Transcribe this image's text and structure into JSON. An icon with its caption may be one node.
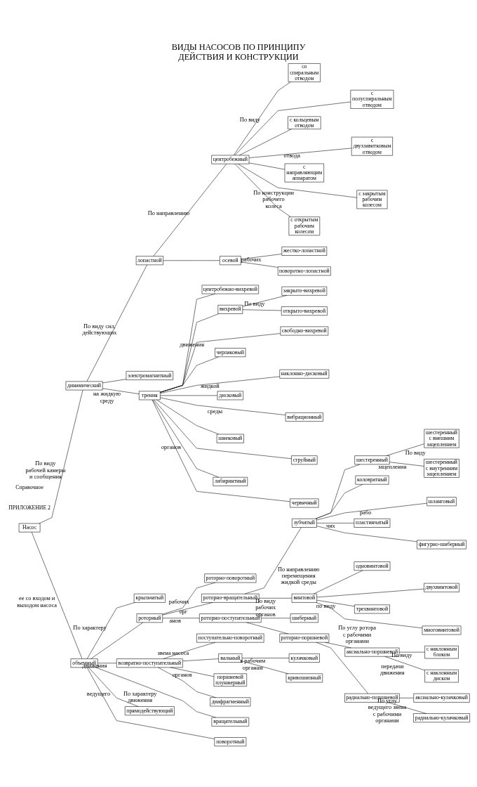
{
  "diagram": {
    "title": "ВИДЫ НАСОСОВ ПО ПРИНЦИПУ ДЕЙСТВИЯ И КОНСТРУКЦИИ",
    "nodes": [
      {
        "text": [
          "Насос"
        ]
      },
      {
        "text": [
          "динамический"
        ]
      },
      {
        "text": [
          "объемный"
        ]
      },
      {
        "text": [
          "лопастной"
        ]
      },
      {
        "text": [
          "электромагнитный"
        ]
      },
      {
        "text": [
          "трения"
        ]
      },
      {
        "text": [
          "центробежный"
        ]
      },
      {
        "text": [
          "осевой"
        ]
      },
      {
        "text": [
          "со спиральным отводом"
        ]
      },
      {
        "text": [
          "с полуспиральным отводом"
        ]
      },
      {
        "text": [
          "с кольцевым отводом"
        ]
      },
      {
        "text": [
          "с двухзавитковым отводом"
        ]
      },
      {
        "text": [
          "с направляющим аппаратом"
        ]
      },
      {
        "text": [
          "с закрытым рабочим колесом"
        ]
      },
      {
        "text": [
          "с открытым рабочим колесом"
        ]
      },
      {
        "text": [
          "жестко-лопастной"
        ]
      },
      {
        "text": [
          "поворотно-лопастной"
        ]
      },
      {
        "text": [
          "центробежно-вихревой"
        ]
      },
      {
        "text": [
          "вихревой"
        ]
      },
      {
        "text": [
          "свободно-вихревой"
        ]
      },
      {
        "text": [
          "черпаковый"
        ]
      },
      {
        "text": [
          "закрыто-вихревой"
        ]
      },
      {
        "text": [
          "открыто-вихревой"
        ]
      },
      {
        "text": [
          "наклонно-дисковый"
        ]
      },
      {
        "text": [
          "дисковый"
        ]
      },
      {
        "text": [
          "вибрационный"
        ]
      },
      {
        "text": [
          "шнековый"
        ]
      },
      {
        "text": [
          "струйный"
        ]
      },
      {
        "text": [
          "лабиринтный"
        ]
      },
      {
        "text": [
          "червячный"
        ]
      },
      {
        "text": [
          "крыльчатый"
        ]
      },
      {
        "text": [
          "роторный"
        ]
      },
      {
        "text": [
          "возвратно-поступательный"
        ]
      },
      {
        "text": [
          "вращательный"
        ]
      },
      {
        "text": [
          "прямодействующий"
        ]
      },
      {
        "text": [
          "поворотный"
        ]
      },
      {
        "text": [
          "роторно-поворотный"
        ]
      },
      {
        "text": [
          "роторно-вращательный"
        ]
      },
      {
        "text": [
          "роторно-поступательный"
        ]
      },
      {
        "text": [
          "поступательно-поворотный"
        ]
      },
      {
        "text": [
          "вальный"
        ]
      },
      {
        "text": [
          "зубчатый"
        ]
      },
      {
        "text": [
          "винтовой"
        ]
      },
      {
        "text": [
          "одновинтовой"
        ]
      },
      {
        "text": [
          "двухвинтовой"
        ]
      },
      {
        "text": [
          "трехвинтовой"
        ]
      },
      {
        "text": [
          "многовинтовой"
        ]
      },
      {
        "text": [
          "шестеренный"
        ]
      },
      {
        "text": [
          "коловратный"
        ]
      },
      {
        "text": [
          "шланговый"
        ]
      },
      {
        "text": [
          "пластинчатый"
        ]
      },
      {
        "text": [
          "фигурно-шиберный"
        ]
      },
      {
        "text": [
          "шиберный"
        ]
      },
      {
        "text": [
          "роторно-поршневой"
        ]
      },
      {
        "text": [
          "поршневой плунжерный"
        ]
      },
      {
        "text": [
          "диафрагменный"
        ]
      },
      {
        "text": [
          "шестеренный с внешним зацеплением"
        ]
      },
      {
        "text": [
          "шестеренный с внутренним зацеплением"
        ]
      },
      {
        "text": [
          "аксиально-поршневой"
        ]
      },
      {
        "text": [
          "радиально-поршневой"
        ]
      },
      {
        "text": [
          "с наклонным блоком"
        ]
      },
      {
        "text": [
          "с наклонным диском"
        ]
      },
      {
        "text": [
          "аксиально-кулачковый"
        ]
      },
      {
        "text": [
          "радиально-кулачковый"
        ]
      },
      {
        "text": [
          "кулачковый"
        ]
      },
      {
        "text": [
          "кривошипный"
        ]
      }
    ],
    "edges": [
      {
        "from": 0,
        "to": 1,
        "arrow": "none",
        "label": "По виду рабочей камеры и сообщения"
      },
      {
        "from": 0,
        "to": 2,
        "arrow": "none",
        "label": "ее со входом и выходом насоса"
      },
      {
        "from": 1,
        "to": 3,
        "arrow": "none",
        "label": "По виду сил, действующих"
      },
      {
        "from": 1,
        "to": 4,
        "arrow": "none"
      },
      {
        "from": 1,
        "to": 5,
        "arrow": "none",
        "label": "на жидкую среду"
      },
      {
        "from": 3,
        "to": 6,
        "arrow": "none",
        "label": "По направлению"
      },
      {
        "from": 3,
        "to": 7,
        "arrow": "none"
      },
      {
        "from": 6,
        "to": 8,
        "arrow": "none",
        "label": "По виду"
      },
      {
        "from": 6,
        "to": 9,
        "arrow": "none"
      },
      {
        "from": 6,
        "to": 10,
        "arrow": "none"
      },
      {
        "from": 6,
        "to": 11,
        "arrow": "none",
        "label": "отвода"
      },
      {
        "from": 6,
        "to": 12,
        "arrow": "none"
      },
      {
        "from": 6,
        "to": 13,
        "arrow": "none",
        "label": "По конструкции рабочего колеса"
      },
      {
        "from": 6,
        "to": 14,
        "arrow": "none"
      },
      {
        "from": 7,
        "to": 15,
        "arrow": "none",
        "label": "рабочих"
      },
      {
        "from": 7,
        "to": 16,
        "arrow": "none"
      },
      {
        "from": 5,
        "to": 17,
        "arrow": "none"
      },
      {
        "from": 5,
        "to": 18,
        "arrow": "none"
      },
      {
        "from": 5,
        "to": 19,
        "arrow": "none",
        "label": "движения"
      },
      {
        "from": 5,
        "to": 20,
        "arrow": "none"
      },
      {
        "from": 5,
        "to": 23,
        "arrow": "none",
        "label": "жидкой"
      },
      {
        "from": 5,
        "to": 24,
        "arrow": "none"
      },
      {
        "from": 5,
        "to": 25,
        "arrow": "none",
        "label": "среды"
      },
      {
        "from": 5,
        "to": 26,
        "arrow": "none"
      },
      {
        "from": 5,
        "to": 27,
        "arrow": "none"
      },
      {
        "from": 5,
        "to": 28,
        "arrow": "none",
        "label": "органов"
      },
      {
        "from": 5,
        "to": 29,
        "arrow": "none"
      },
      {
        "from": 18,
        "to": 21,
        "arrow": "none",
        "label": "По виду"
      },
      {
        "from": 18,
        "to": 22,
        "arrow": "none"
      },
      {
        "from": 2,
        "to": 30,
        "arrow": "none",
        "label": "По характеру"
      },
      {
        "from": 2,
        "to": 31,
        "arrow": "none"
      },
      {
        "from": 2,
        "to": 32,
        "arrow": "none",
        "label": "движения"
      },
      {
        "from": 2,
        "to": 33,
        "arrow": "none",
        "label": "По характеру движения"
      },
      {
        "from": 2,
        "to": 34,
        "arrow": "none",
        "label": "ведущего"
      },
      {
        "from": 2,
        "to": 35,
        "arrow": "none"
      },
      {
        "from": 31,
        "to": 36,
        "arrow": "none",
        "label": "рабочих"
      },
      {
        "from": 31,
        "to": 37,
        "arrow": "none",
        "label": "орг"
      },
      {
        "from": 31,
        "to": 38,
        "arrow": "none",
        "label": "анов"
      },
      {
        "from": 32,
        "to": 39,
        "arrow": "none",
        "label": "звена насоса"
      },
      {
        "from": 32,
        "to": 40,
        "arrow": "none"
      },
      {
        "from": 37,
        "to": 41,
        "arrow": "none",
        "label": "По направлению перемещения жидкой среды"
      },
      {
        "from": 37,
        "to": 42,
        "arrow": "none"
      },
      {
        "from": 42,
        "to": 43,
        "arrow": "none"
      },
      {
        "from": 42,
        "to": 44,
        "arrow": "none"
      },
      {
        "from": 42,
        "to": 45,
        "arrow": "none",
        "label": "по виду"
      },
      {
        "from": 42,
        "to": 46,
        "arrow": "none"
      },
      {
        "from": 41,
        "to": 47,
        "arrow": "none"
      },
      {
        "from": 41,
        "to": 48,
        "arrow": "none"
      },
      {
        "from": 41,
        "to": 49,
        "arrow": "none",
        "label": "рабо"
      },
      {
        "from": 41,
        "to": 50,
        "arrow": "none",
        "label": "чих"
      },
      {
        "from": 41,
        "to": 51,
        "arrow": "none"
      },
      {
        "from": 38,
        "to": 52,
        "arrow": "none",
        "label": "По виду рабочих органов"
      },
      {
        "from": 38,
        "to": 53,
        "arrow": "none"
      },
      {
        "from": 32,
        "to": 54,
        "arrow": "none",
        "label": "органов"
      },
      {
        "from": 32,
        "to": 55,
        "arrow": "none"
      },
      {
        "from": 47,
        "to": 56,
        "arrow": "none",
        "label": "По виду"
      },
      {
        "from": 47,
        "to": 57,
        "arrow": "none",
        "label": "зацепления"
      },
      {
        "from": 53,
        "to": 58,
        "arrow": "none",
        "label": "По углу ротора с рабочими органами"
      },
      {
        "from": 53,
        "to": 59,
        "arrow": "none"
      },
      {
        "from": 58,
        "to": 60,
        "arrow": "none",
        "label": "По виду"
      },
      {
        "from": 58,
        "to": 61,
        "arrow": "none",
        "label": "передачи движения"
      },
      {
        "from": 59,
        "to": 62,
        "arrow": "none",
        "label": "По углу ведущего звена с рабочими органами"
      },
      {
        "from": 59,
        "to": 63,
        "arrow": "none"
      },
      {
        "from": 40,
        "to": 64,
        "arrow": "none",
        "label": "к рабочим органам"
      },
      {
        "from": 40,
        "to": 65,
        "arrow": "none"
      }
    ],
    "labels": [
      "ПРИЛОЖЕНИЕ 2",
      "Справочное"
    ]
  }
}
